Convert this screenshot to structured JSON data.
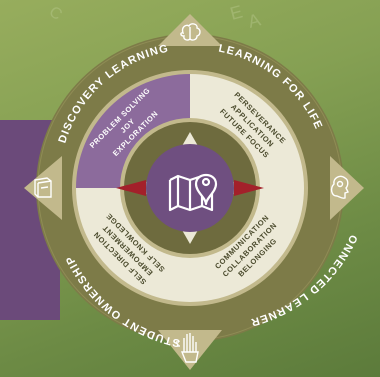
{
  "colors": {
    "background": "#86a054",
    "background_dark": "#5c7b3b",
    "side_panel": "#6b4a7a",
    "olive_ring": "#7d7b48",
    "olive_dark": "#6e6b3e",
    "gold": "#c2b98c",
    "cream": "#ece9d7",
    "purple": "#8c6b9c",
    "purple_dark": "#6f4f80",
    "red": "#a3202a",
    "white": "#ffffff",
    "text_dark": "#4a4a2c"
  },
  "ring_labels": {
    "top_left": "DISCOVERY LEARNING",
    "top_right": "LEARNING FOR LIFE",
    "bottom_right": "CONNECTED LEARNERS",
    "bottom_left": "STUDENT OWNERSHIP"
  },
  "quadrant_lines": {
    "top_left": [
      "PROBLEM SOLVING",
      "JOY",
      "EXPLORATION"
    ],
    "top_right": [
      "PERSEVERANCE",
      "APPLICATION",
      "FUTURE FOCUS"
    ],
    "bottom_right": [
      "COMMUNICATION",
      "COLLABORATION",
      "BELONGING"
    ],
    "bottom_left": [
      "SELF DIRECTION",
      "EMPOWERMENT",
      "SELF KNOWLEDGE"
    ]
  },
  "icons": {
    "top": "brain-icon",
    "right": "head-lightbulb-icon",
    "bottom": "hand-raised-icon",
    "left": "book-icon",
    "center": "map-pin-icon"
  }
}
